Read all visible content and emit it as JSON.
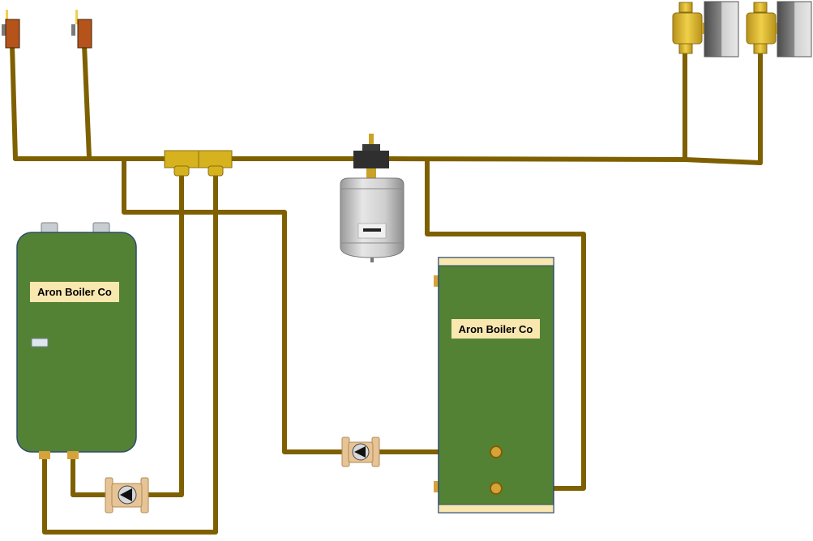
{
  "boiler1": {
    "label": "Aron Boiler Co"
  },
  "boiler2": {
    "label": "Aron Boiler Co"
  },
  "colors": {
    "pipe": "#7f6000",
    "boiler_body": "#548235",
    "boiler_outline": "#375623",
    "label_bg": "#f9e7b0",
    "brass": "#d6b21e",
    "copper_valve": "#b5531a",
    "expansion_tank": "#d0d0d0"
  },
  "components": {
    "supply_valves": 2,
    "zone_valves": 2,
    "circulators": 2,
    "expansion_tank_icon": "expansion-tank",
    "closely_spaced_tees_icon": "primary-tee"
  }
}
